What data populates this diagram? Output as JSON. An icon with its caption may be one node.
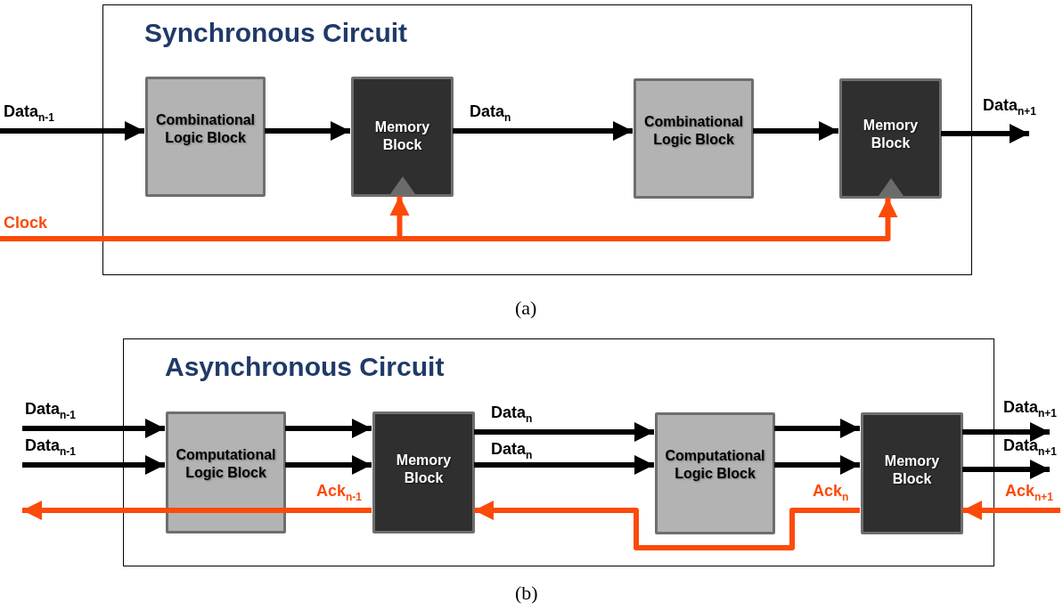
{
  "diagram": {
    "nodes": [
      {
        "text": [
          "Synchronous Circuit"
        ]
      },
      {
        "text": [
          "Combinational Logic Block"
        ],
        "in": 0
      },
      {
        "text": [
          "Memory Block"
        ],
        "in": 0
      },
      {
        "text": [
          "Combinational Logic Block"
        ],
        "in": 0
      },
      {
        "text": [
          "Memory Block"
        ],
        "in": 0
      },
      {
        "text": [
          "Asynchronous Circuit"
        ]
      },
      {
        "text": [
          "Computational Logic Block"
        ],
        "in": 5
      },
      {
        "text": [
          "Memory Block"
        ],
        "in": 5
      },
      {
        "text": [
          "Computational Logic Block"
        ],
        "in": 5
      },
      {
        "text": [
          "Memory Block"
        ],
        "in": 5
      }
    ],
    "edges": [
      {
        "from": null,
        "to": 1,
        "arrow": "to",
        "label": "Data$_{n-1}$"
      },
      {
        "from": 1,
        "to": 2,
        "arrow": "to"
      },
      {
        "from": 2,
        "to": 3,
        "arrow": "to",
        "label": "Data$_{n}$"
      },
      {
        "from": 3,
        "to": 4,
        "arrow": "to"
      },
      {
        "from": 4,
        "to": null,
        "arrow": "to",
        "label": "Data$_{n+1}$"
      },
      {
        "from": null,
        "to": 2,
        "arrow": "to",
        "label": "Clock",
        "color": "#fc4a0a"
      },
      {
        "from": null,
        "to": 4,
        "arrow": "to",
        "color": "#fc4a0a"
      },
      {
        "from": null,
        "to": 6,
        "arrow": "to",
        "label": "Data$_{n-1}$"
      },
      {
        "from": null,
        "to": 6,
        "arrow": "to",
        "label": "Data$_{n-1}$"
      },
      {
        "from": 6,
        "to": 7,
        "arrow": "to"
      },
      {
        "from": 6,
        "to": 7,
        "arrow": "to"
      },
      {
        "from": 7,
        "to": 8,
        "arrow": "to",
        "label": "Data$_{n}$"
      },
      {
        "from": 7,
        "to": 8,
        "arrow": "to",
        "label": "Data$_{n}$"
      },
      {
        "from": 8,
        "to": 9,
        "arrow": "to"
      },
      {
        "from": 8,
        "to": 9,
        "arrow": "to"
      },
      {
        "from": 9,
        "to": null,
        "arrow": "to",
        "label": "Data$_{n+1}$"
      },
      {
        "from": 9,
        "to": null,
        "arrow": "to",
        "label": "Data$_{n+1}$"
      },
      {
        "from": null,
        "to": 9,
        "arrow": "to",
        "label": "Ack$_{n+1}$",
        "color": "#fc4a0a"
      },
      {
        "from": 9,
        "to": 7,
        "arrow": "to",
        "label": "Ack$_{n}$",
        "color": "#fc4a0a"
      },
      {
        "from": 7,
        "to": null,
        "arrow": "to",
        "label": "Ack$_{n-1}$",
        "color": "#fc4a0a"
      }
    ],
    "labels": [
      "(a)",
      "(b)"
    ]
  }
}
